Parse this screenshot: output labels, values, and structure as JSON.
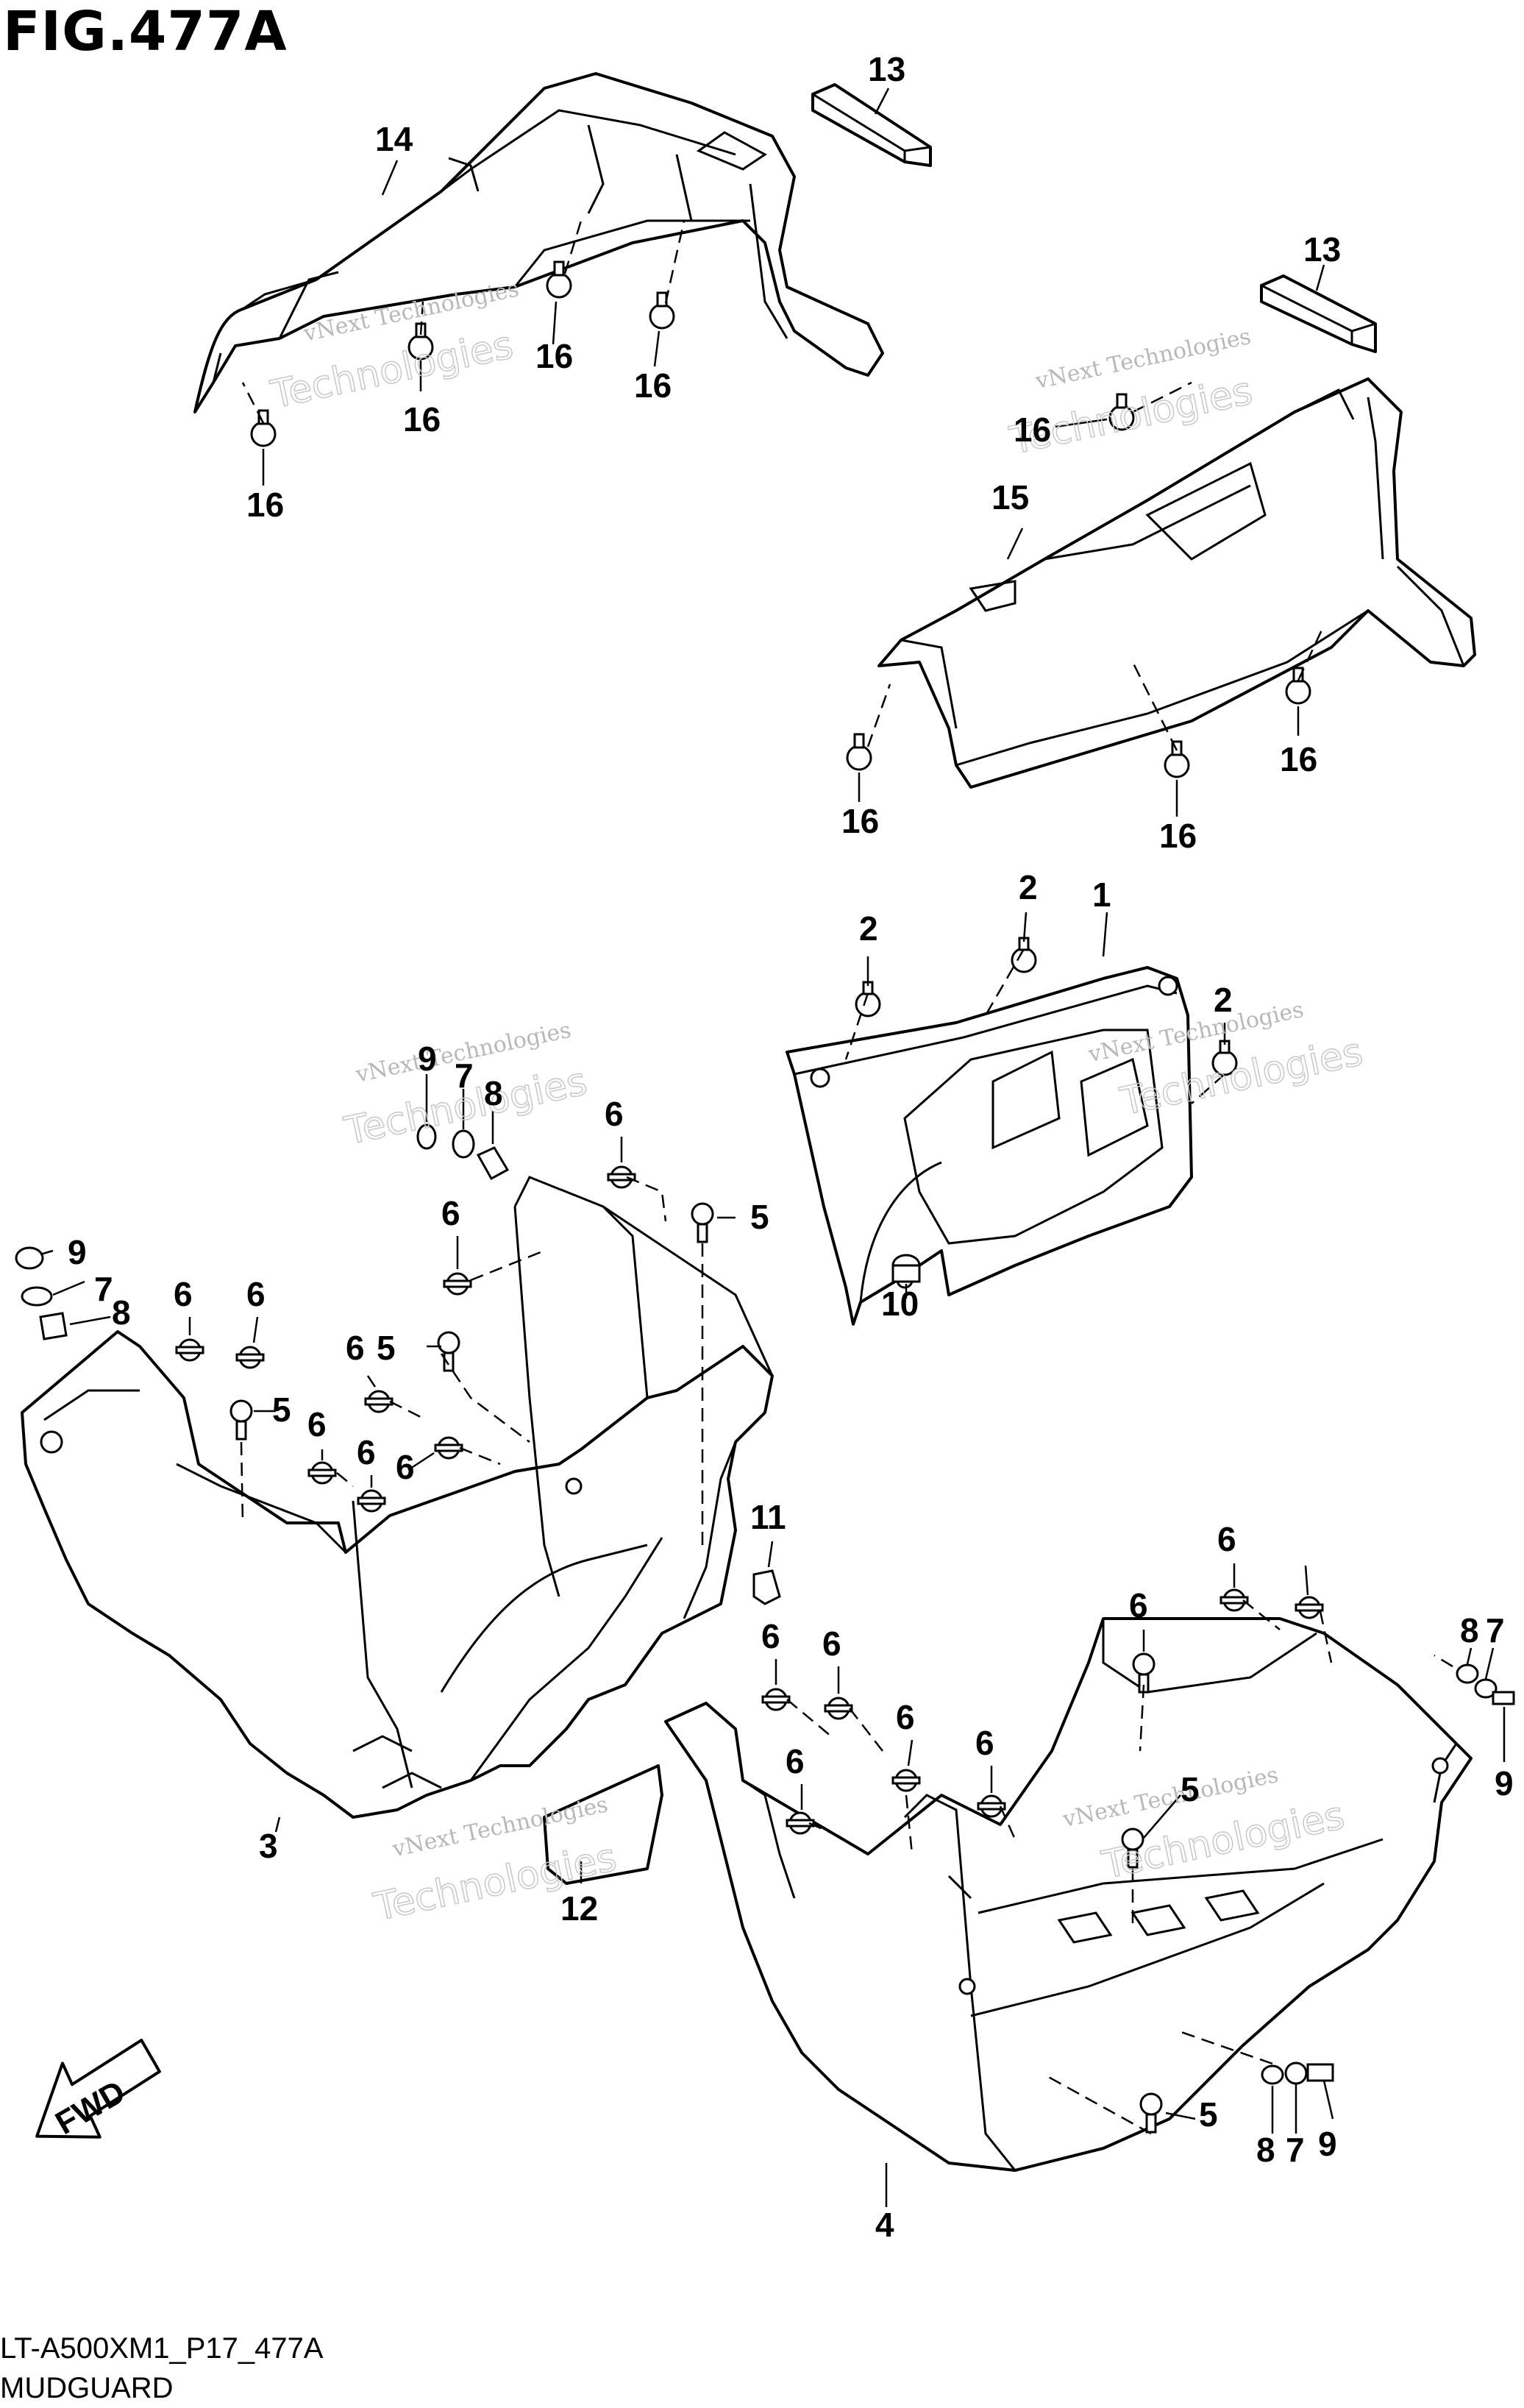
{
  "figure": {
    "title": "FIG.477A",
    "code": "LT-A500XM1_P17_477A",
    "name": "MUDGUARD",
    "watermark": {
      "line1": "vNext Technologies",
      "line2": "Technologies"
    },
    "fwd_label": "FWD"
  },
  "callouts": {
    "c13a": "13",
    "c13b": "13",
    "c14": "14",
    "c15": "15",
    "c16a": "16",
    "c16b": "16",
    "c16c": "16",
    "c16d": "16",
    "c16e": "16",
    "c16f": "16",
    "c16g": "16",
    "c16h": "16",
    "c1": "1",
    "c2a": "2",
    "c2b": "2",
    "c2c": "2",
    "c10": "10",
    "c9a": "9",
    "c7a": "7",
    "c8a": "8",
    "c9b": "9",
    "c7b": "7",
    "c8b": "8",
    "c6a": "6",
    "c6b": "6",
    "c6c": "6",
    "c6d": "6",
    "c6e": "6",
    "c6f": "6",
    "c6g": "6",
    "c6h": "6",
    "c5a": "5",
    "c5b": "5",
    "c5c": "5",
    "c3": "3",
    "c11": "11",
    "c12": "12",
    "c6i": "6",
    "c6j": "6",
    "c6k": "6",
    "c6l": "6",
    "c6m": "6",
    "c6n": "6",
    "c6o": "6",
    "c8c": "8",
    "c7c": "7",
    "c9c": "9",
    "c5d": "5",
    "c5e": "5",
    "c4": "4",
    "c8d": "8",
    "c7d": "7",
    "c9d": "9"
  }
}
